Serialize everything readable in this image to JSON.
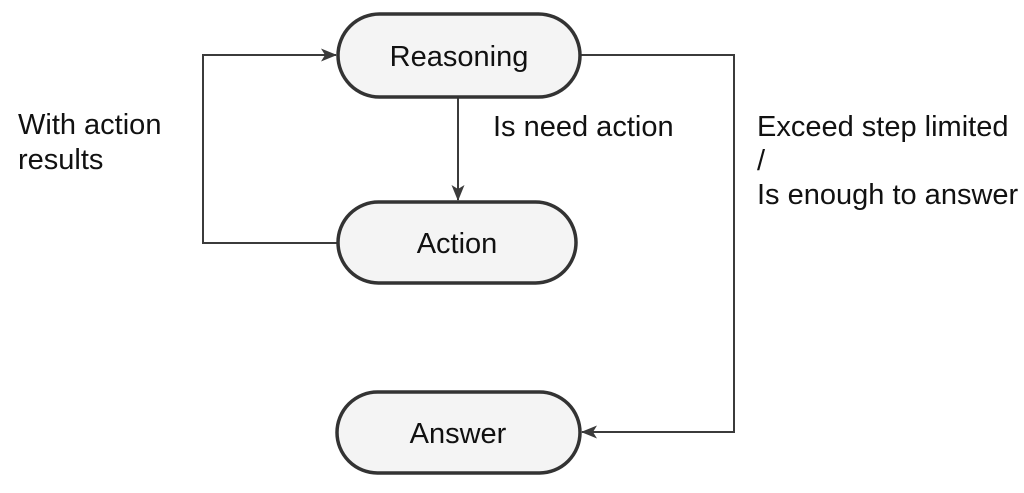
{
  "diagram": {
    "type": "flowchart",
    "background": "#ffffff",
    "colors": {
      "node_fill": "#f4f4f4",
      "node_stroke": "#333333",
      "edge_line": "#3b3b3b",
      "text": "#111111"
    },
    "nodes": {
      "reasoning": {
        "label": "Reasoning"
      },
      "action": {
        "label": "Action"
      },
      "answer": {
        "label": "Answer"
      }
    },
    "edges": {
      "action_to_reasoning": {
        "label": "With action\nresults"
      },
      "reasoning_to_action": {
        "label": "Is need action"
      },
      "reasoning_to_answer": {
        "label": "Exceed step limited\n/\nIs enough to answer"
      }
    }
  }
}
